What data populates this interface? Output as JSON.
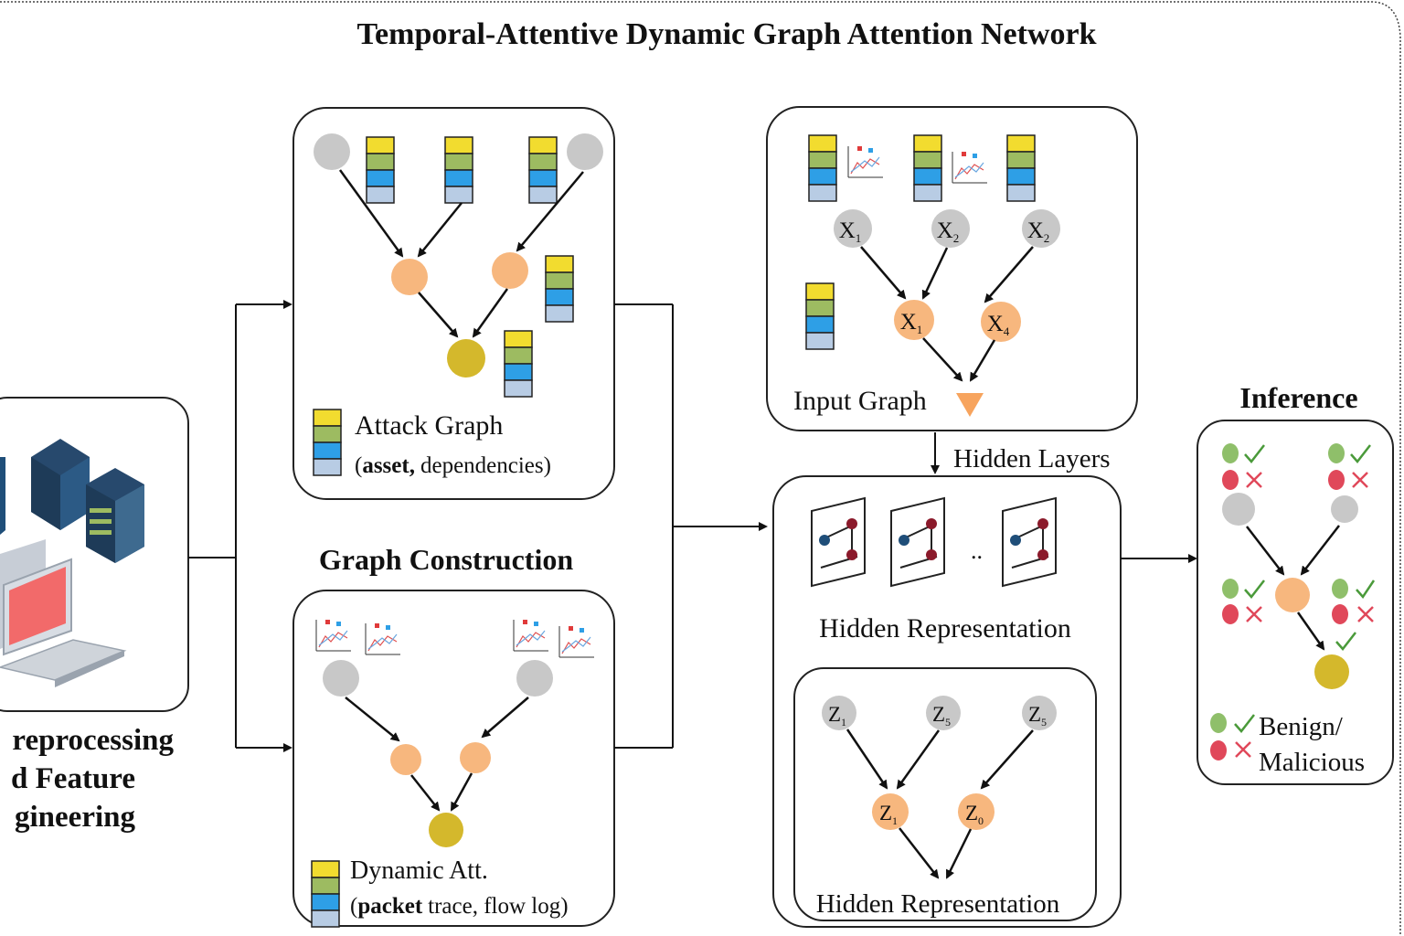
{
  "title": "Temporal-Attentive Dynamic Graph Attention Network",
  "preprocessing": {
    "line1": "reprocessing",
    "line2": "d Feature",
    "line3": "gineering"
  },
  "attack_graph": {
    "label": "Attack Graph",
    "sub_bold": "asset,",
    "sub_rest": "dependencies)",
    "sub_open": "("
  },
  "graph_construction": {
    "heading": "Graph Construction"
  },
  "dynamic_att": {
    "label": "Dynamic Att.",
    "sub_open": "(",
    "sub_bold": "packet",
    "sub_rest": "trace, flow log)"
  },
  "input_graph": {
    "label": "Input Graph",
    "nodes_top": [
      "X",
      "X",
      "X"
    ],
    "nodes_top_sub": [
      "1",
      "2",
      "2"
    ],
    "nodes_mid": [
      "X",
      "X"
    ],
    "nodes_mid_sub": [
      "1",
      "4"
    ]
  },
  "hidden_layers_label": "Hidden Layers",
  "hidden_representation": {
    "label_top": "Hidden Representation",
    "ellipsis": "..",
    "label_bottom": "Hidden Representation",
    "nodes_top": [
      "Z",
      "Z",
      "Z"
    ],
    "nodes_top_sub": [
      "1",
      "5",
      "5"
    ],
    "nodes_mid": [
      "Z",
      "Z"
    ],
    "nodes_mid_sub": [
      "1",
      "0"
    ]
  },
  "inference": {
    "heading": "Inference",
    "legend_line1": "Benign/",
    "legend_line2": "Malicious"
  },
  "colors": {
    "yellow": "#f2dc2f",
    "green": "#9dbb61",
    "blue": "#2e9fe6",
    "lightblue": "#b8cce4",
    "gray_node": "#c8c8c8",
    "orange_node": "#f7b77e",
    "olive_node": "#d4b82c",
    "navy": "#1f4e79",
    "crimson": "#8b1a2b"
  }
}
